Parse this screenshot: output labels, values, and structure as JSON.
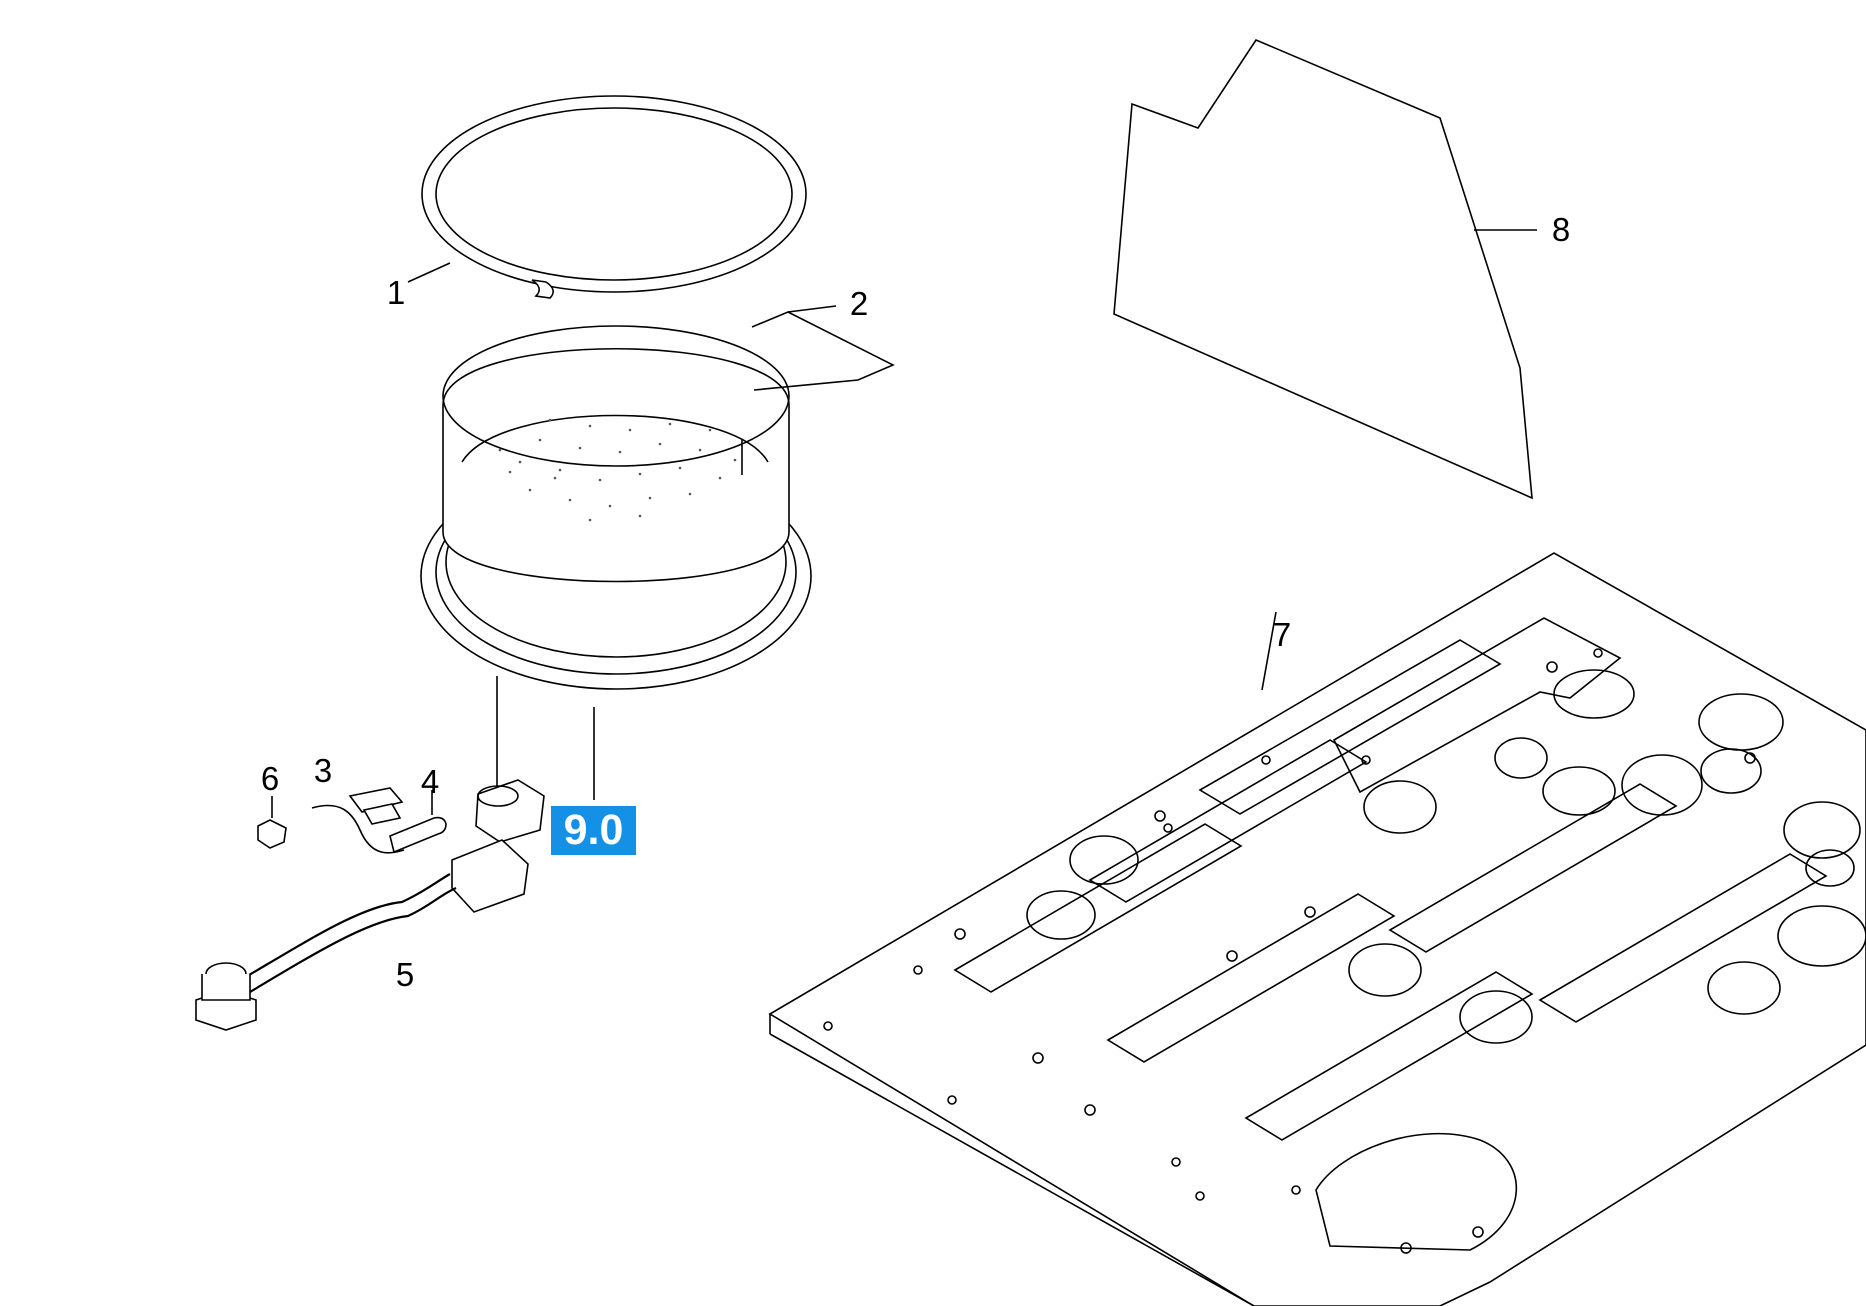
{
  "diagram": {
    "callouts": {
      "c1": "1",
      "c2": "2",
      "c3": "3",
      "c4": "4",
      "c5": "5",
      "c6": "6",
      "c7": "7",
      "c8": "8"
    },
    "reference_badge": {
      "label": "9.0",
      "color": "#1490e6"
    }
  }
}
